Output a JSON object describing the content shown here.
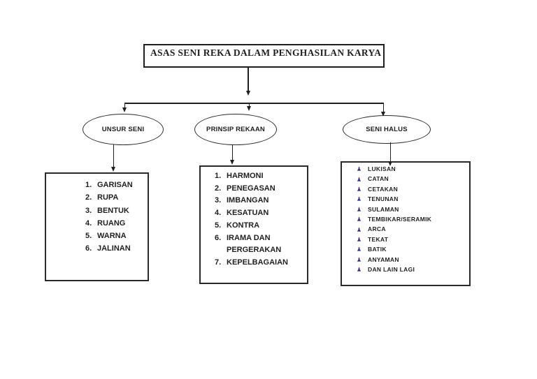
{
  "title": "ASAS SENI REKA DALAM PENGHASILAN KARYA",
  "branches": {
    "unsur_seni": {
      "label": "UNSUR SENI",
      "items": [
        {
          "num": "1.",
          "label": "GARISAN"
        },
        {
          "num": "2.",
          "label": "RUPA"
        },
        {
          "num": "3.",
          "label": "BENTUK"
        },
        {
          "num": "4.",
          "label": "RUANG"
        },
        {
          "num": "5.",
          "label": "WARNA"
        },
        {
          "num": "6.",
          "label": "JALINAN"
        }
      ]
    },
    "prinsip_rekaan": {
      "label": "PRINSIP REKAAN",
      "items": [
        {
          "num": "1.",
          "label": "HARMONI"
        },
        {
          "num": "2.",
          "label": "PENEGASAN"
        },
        {
          "num": "3.",
          "label": "IMBANGAN"
        },
        {
          "num": "4.",
          "label": "KESATUAN"
        },
        {
          "num": "5.",
          "label": "KONTRA"
        },
        {
          "num": "6.",
          "label": "IRAMA DAN PERGERAKAN"
        },
        {
          "num": "7.",
          "label": "KEPELBAGAIAN"
        }
      ]
    },
    "seni_halus": {
      "label": "SENI HALUS",
      "bullet_icon": "dart-bullet",
      "items": [
        "LUKISAN",
        "CATAN",
        "CETAKAN",
        "TENUNAN",
        "SULAMAN",
        "TEMBIKAR/SERAMIK",
        "ARCA",
        "TEKAT",
        "BATIK",
        "ANYAMAN",
        "DAN LAIN LAGI"
      ]
    }
  },
  "colors": {
    "ink": "#1f1f1f",
    "bullet_navy": "#2a3390",
    "bullet_red": "#a8352a"
  }
}
